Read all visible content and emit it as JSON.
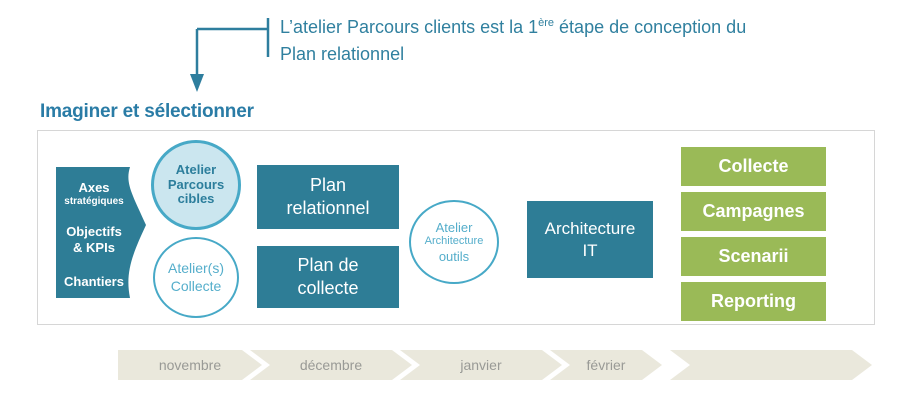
{
  "colors": {
    "teal_dark": "#2E7D96",
    "teal_stroke": "#47A9C7",
    "circle_fill_light_blue": "#CBE6EF",
    "green": "#9ABA57",
    "heading_text": "#2A7CA6",
    "annotation_text": "#30809F",
    "timeline_fill": "#EAE8DC",
    "timeline_text": "#999A96",
    "board_border": "#D6D6D6"
  },
  "annotation": {
    "line1_before": "L’atelier Parcours clients est la 1",
    "line1_sup": "ère",
    "line1_after": " étape de conception du",
    "line2": "Plan relationnel"
  },
  "heading": "Imaginer et sélectionner",
  "board": {
    "inputs": {
      "line1": "Axes",
      "line2": "stratégiques",
      "line3": "Objectifs",
      "line4": "& KPIs",
      "line5": "Chantiers"
    },
    "circle_parcours": {
      "line1": "Atelier",
      "line2": "Parcours",
      "line3": "cibles"
    },
    "circle_collecte": {
      "line1": "Atelier(s)",
      "line2": "Collecte"
    },
    "box_plan_relationnel": {
      "line1": "Plan",
      "line2": "relationnel"
    },
    "box_plan_collecte": {
      "line1": "Plan de",
      "line2": "collecte"
    },
    "circle_archi": {
      "line1": "Atelier",
      "line2": "Architecture",
      "line3": "outils"
    },
    "box_archi_it": {
      "line1": "Architecture",
      "line2": "IT"
    },
    "outputs": [
      "Collecte",
      "Campagnes",
      "Scenarii",
      "Reporting"
    ]
  },
  "timeline": [
    "novembre",
    "décembre",
    "janvier",
    "février",
    ""
  ]
}
